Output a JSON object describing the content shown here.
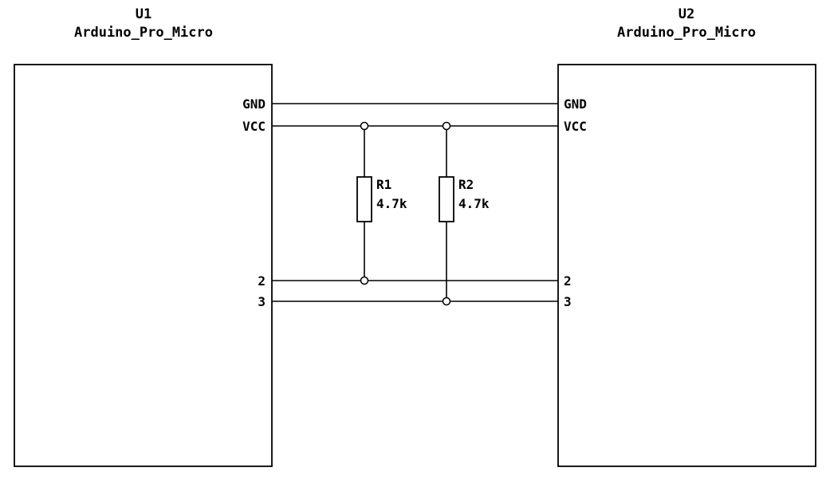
{
  "schematic": {
    "colors": {
      "stroke": "#000000",
      "background": "#ffffff"
    },
    "u1": {
      "ref": "U1",
      "value": "Arduino_Pro_Micro",
      "pins": {
        "gnd": "GND",
        "vcc": "VCC",
        "p2": "2",
        "p3": "3"
      }
    },
    "u2": {
      "ref": "U2",
      "value": "Arduino_Pro_Micro",
      "pins": {
        "gnd": "GND",
        "vcc": "VCC",
        "p2": "2",
        "p3": "3"
      }
    },
    "r1": {
      "ref": "R1",
      "value": "4.7k"
    },
    "r2": {
      "ref": "R2",
      "value": "4.7k"
    }
  }
}
